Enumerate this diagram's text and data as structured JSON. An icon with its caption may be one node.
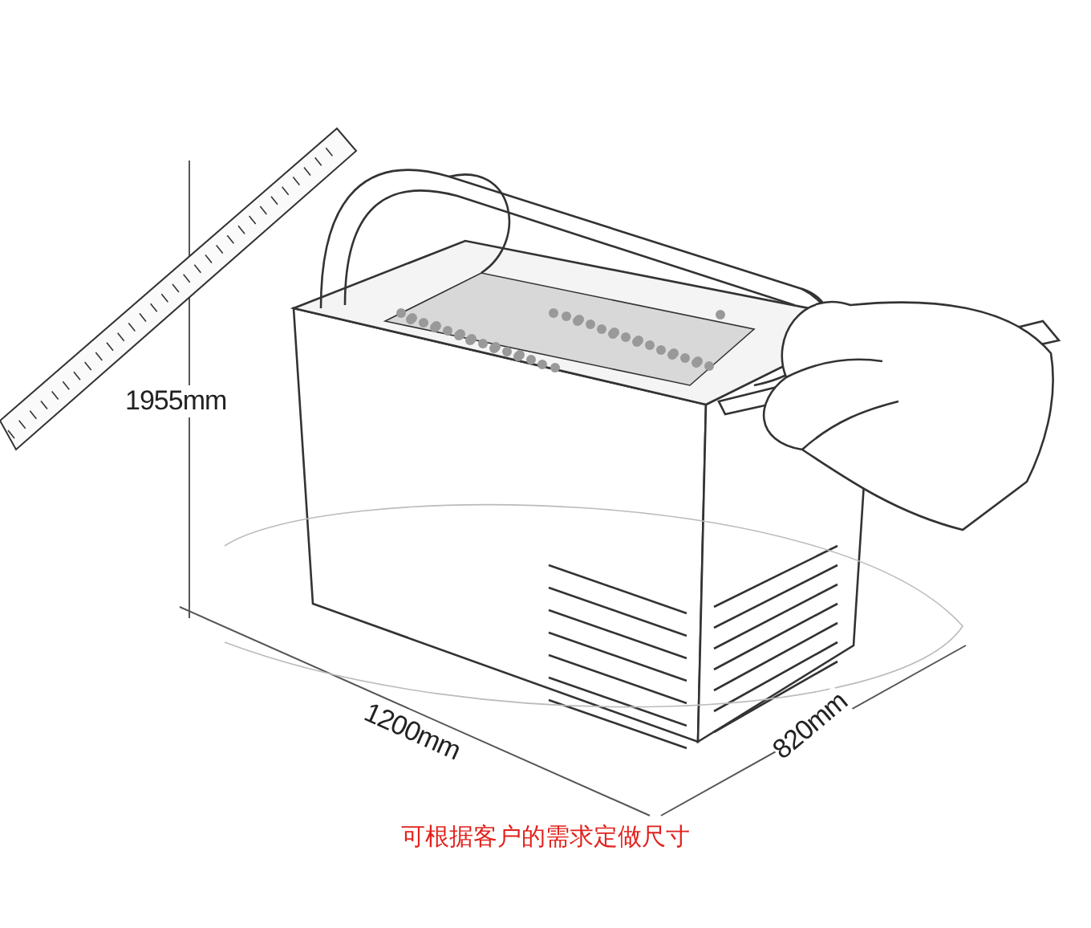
{
  "diagram": {
    "caption": "可根据客户的需求定做尺寸",
    "labels": [
      "1955mm",
      "1200mm",
      "820mm"
    ]
  }
}
